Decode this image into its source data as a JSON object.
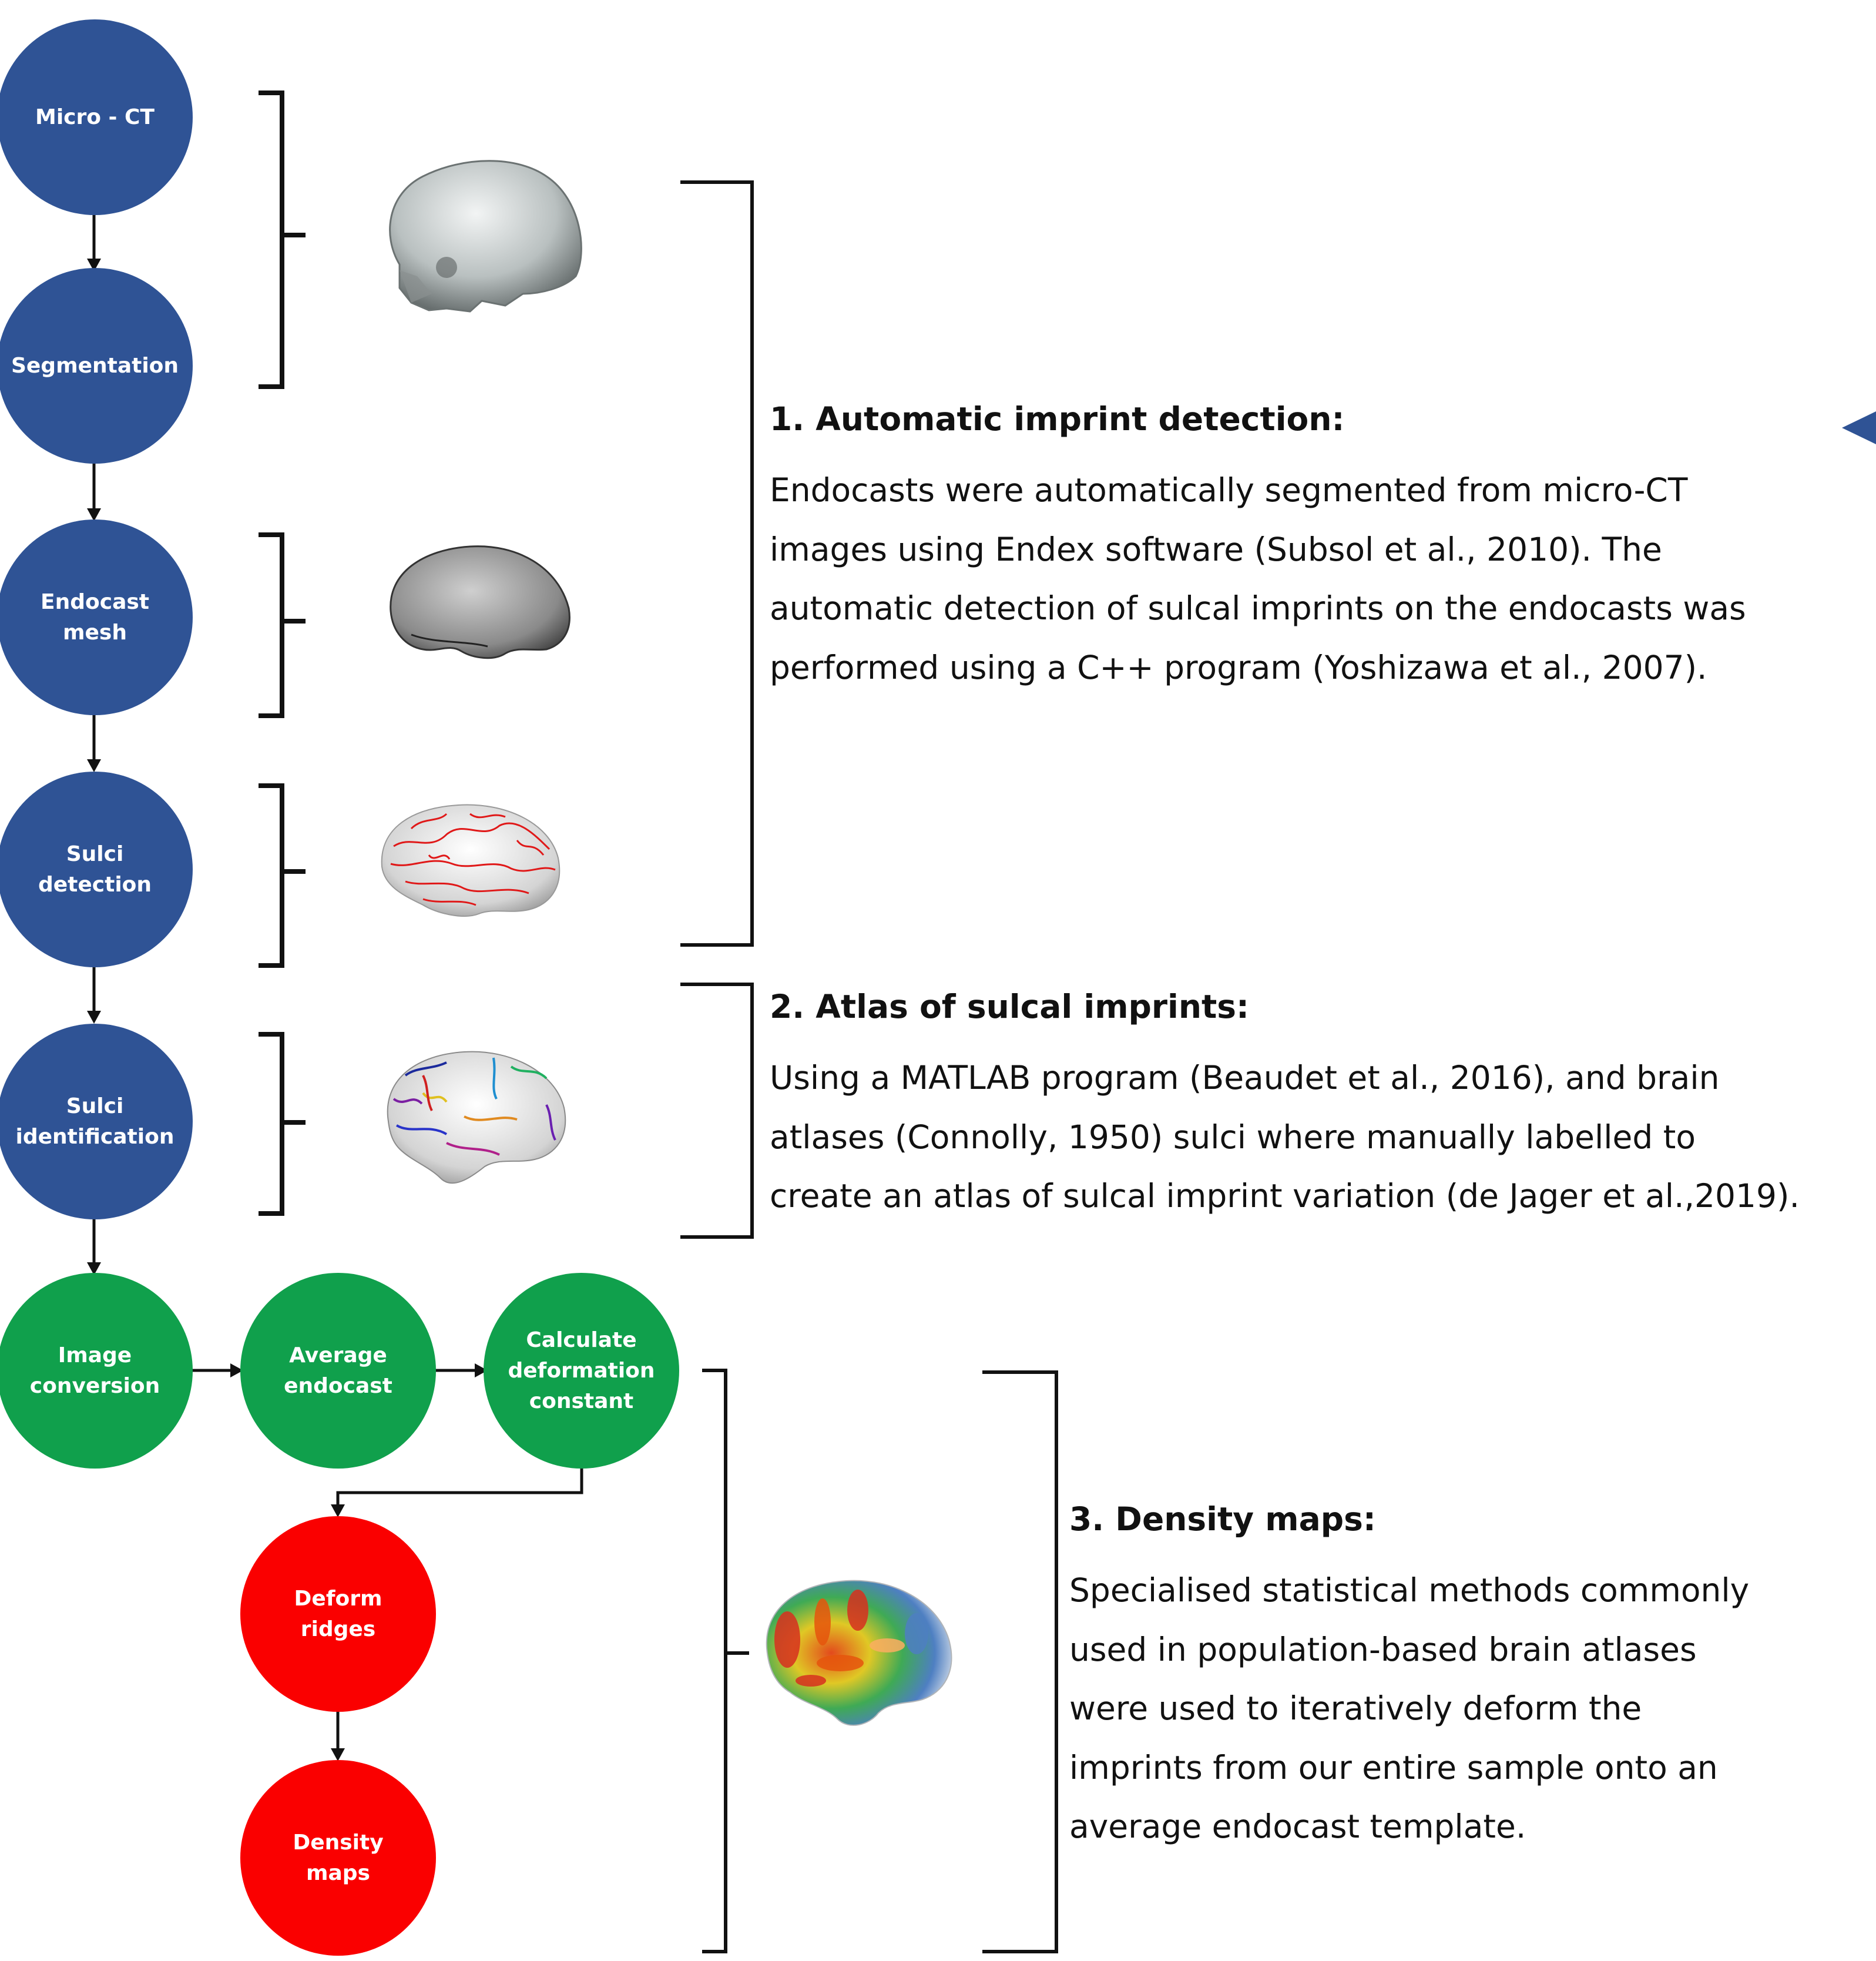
{
  "nodes": {
    "micro_ct": "Micro - CT",
    "segmentation": "Segmentation",
    "endocast_mesh": "Endocast\nmesh",
    "sulci_detection": "Sulci\ndetection",
    "sulci_identification": "Sulci\nidentification",
    "image_conversion": "Image\nconversion",
    "average_endocast": "Average\nendocast",
    "calculate_deformation": "Calculate\ndeformation\nconstant",
    "deform_ridges": "Deform\nridges",
    "density_maps": "Density\nmaps"
  },
  "sections": {
    "s1": {
      "title": "1. Automatic imprint detection:",
      "lines": [
        "Endocasts were automatically segmented from micro-CT",
        "images using Endex software (Subsol et al., 2010). The",
        "automatic detection of sulcal imprints on the endocasts was",
        "performed using a C++ program (Yoshizawa et al., 2007)."
      ]
    },
    "s2": {
      "title": "2. Atlas of sulcal imprints:",
      "lines": [
        "Using a MATLAB program (Beaudet et al., 2016), and brain",
        "atlases (Connolly, 1950) sulci where manually labelled to",
        "create an atlas of sulcal imprint variation (de Jager et al.,2019)."
      ]
    },
    "s3": {
      "title": "3. Density maps:",
      "lines": [
        "Specialised statistical methods commonly",
        "used in population-based brain atlases",
        "were used to iteratively deform the",
        "imprints from our entire sample onto an",
        "average endocast template."
      ]
    }
  },
  "colors": {
    "blue_node": "#2f5395",
    "green_node": "#10a04c",
    "red_node": "#fa0000",
    "arrow": "#111111"
  },
  "icons": [
    "skull-image",
    "endocast-mesh-image",
    "sulci-detection-brain-image",
    "sulci-identification-brain-image",
    "density-map-brain-image",
    "pointer-triangle-icon"
  ]
}
